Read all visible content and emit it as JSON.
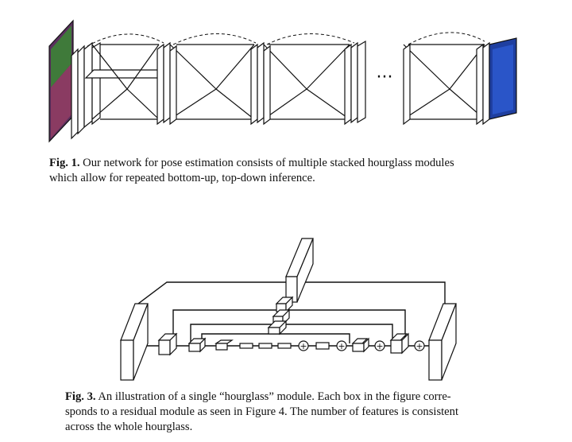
{
  "figure1": {
    "ellipsis": "···",
    "caption": {
      "label": "Fig. 1.",
      "lines": [
        "Our network for pose estimation consists of multiple stacked hourglass modules",
        "which allow for repeated bottom-up, top-down inference."
      ]
    },
    "input_image_color": "#6b3d6e",
    "output_heatmap_color": "#1f3fa0"
  },
  "figure3": {
    "caption": {
      "label": "Fig. 3.",
      "lines": [
        "An illustration of a single “hourglass” module. Each box in the figure corre-",
        "sponds to a residual module as seen in Figure 4. The number of features is consistent",
        "across the whole hourglass."
      ]
    },
    "merge_symbol": "+"
  }
}
